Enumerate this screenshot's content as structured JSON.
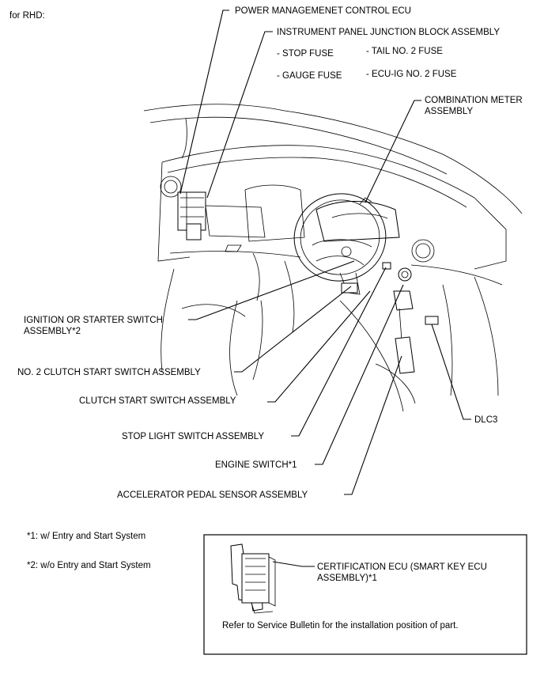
{
  "variant": "for RHD:",
  "labels": {
    "power_ecu": "POWER MANAGEMENET CONTROL ECU",
    "ip_jb": "INSTRUMENT PANEL JUNCTION BLOCK ASSEMBLY",
    "stop_fuse": "- STOP FUSE",
    "tail_fuse": "- TAIL NO. 2 FUSE",
    "gauge_fuse": "- GAUGE FUSE",
    "ecu_ig_fuse": "- ECU-IG NO. 2 FUSE",
    "combination_meter": [
      "COMBINATION METER",
      "ASSEMBLY"
    ],
    "ignition_switch": [
      "IGNITION OR STARTER SWITCH",
      "ASSEMBLY*2"
    ],
    "clutch_no2": "NO. 2 CLUTCH START SWITCH ASSEMBLY",
    "clutch": "CLUTCH START SWITCH ASSEMBLY",
    "stop_light": "STOP LIGHT SWITCH ASSEMBLY",
    "engine_switch": "ENGINE SWITCH*1",
    "accel_pedal": "ACCELERATOR PEDAL SENSOR ASSEMBLY",
    "dlc3": "DLC3"
  },
  "footnotes": {
    "note1": "*1: w/ Entry and Start System",
    "note2": "*2: w/o Entry and Start System"
  },
  "inset": {
    "cert_ecu": [
      "CERTIFICATION ECU (SMART KEY ECU",
      "ASSEMBLY)*1"
    ],
    "note": "Refer to Service Bulletin for the installation position of part."
  }
}
